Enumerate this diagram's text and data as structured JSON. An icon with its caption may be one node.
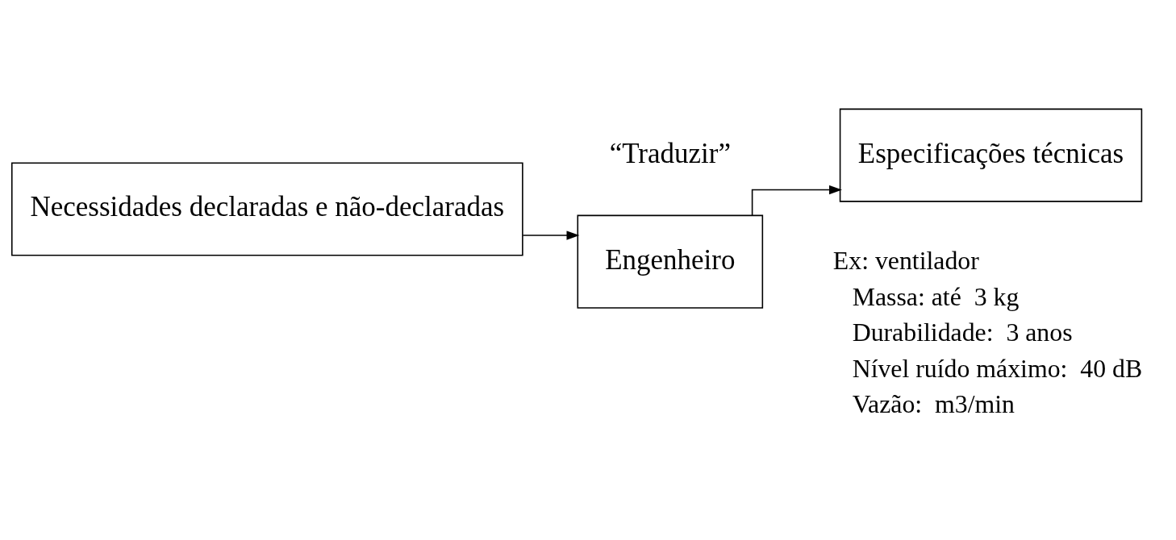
{
  "diagram": {
    "nodes": [
      {
        "text": [
          "Necessidades declaradas e não-declaradas"
        ]
      },
      {
        "text": [
          "Engenheiro"
        ]
      },
      {
        "text": [
          "Especificações técnicas"
        ]
      }
    ],
    "edges": [
      {
        "from": 0,
        "to": 1,
        "arrow": "to"
      },
      {
        "from": 1,
        "to": 2,
        "arrow": "to"
      }
    ],
    "labels": [
      "“Traduzir”",
      "Ex: ventilador",
      "Massa: até  3 kg",
      "Durabilidade:  3 anos",
      "Nível ruído máximo:  40 dB",
      "Vazão:  m3/min"
    ]
  }
}
